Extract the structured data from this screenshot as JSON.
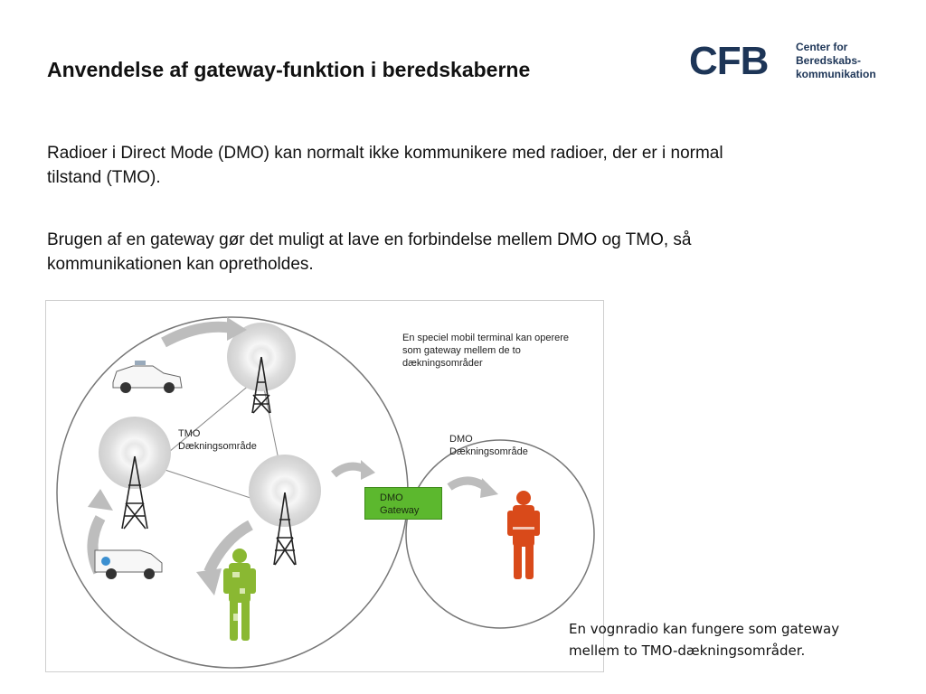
{
  "header": {
    "title": "Anvendelse af gateway-funktion i beredskaberne"
  },
  "logo": {
    "mark": "CFB",
    "line1": "Center for",
    "line2": "Beredskabs-",
    "line3": "kommunikation",
    "color": "#1d3557"
  },
  "body": {
    "para1": "Radioer i Direct Mode (DMO) kan normalt ikke kommunikere med radioer, der er i normal tilstand (TMO).",
    "para2": "Brugen af en gateway gør det muligt at lave en forbindelse mellem DMO og TMO, så kommunikationen kan opretholdes."
  },
  "diagram": {
    "note_line1": "En speciel mobil terminal kan operere",
    "note_line2": "som gateway mellem de to",
    "note_line3": "dækningsområder",
    "tmo_line1": "TMO",
    "tmo_line2": "Dækningsområde",
    "dmo_line1": "DMO",
    "dmo_line2": "Dækningsområde",
    "gateway_line1": "DMO",
    "gateway_line2": "Gateway",
    "gateway_color": "#5cb82e",
    "person_dmo_color": "#d94a1a",
    "person_tmo_color": "#8ab832"
  },
  "caption": {
    "line1": "En vognradio kan fungere som gateway",
    "line2": "mellem to TMO-dækningsområder."
  }
}
